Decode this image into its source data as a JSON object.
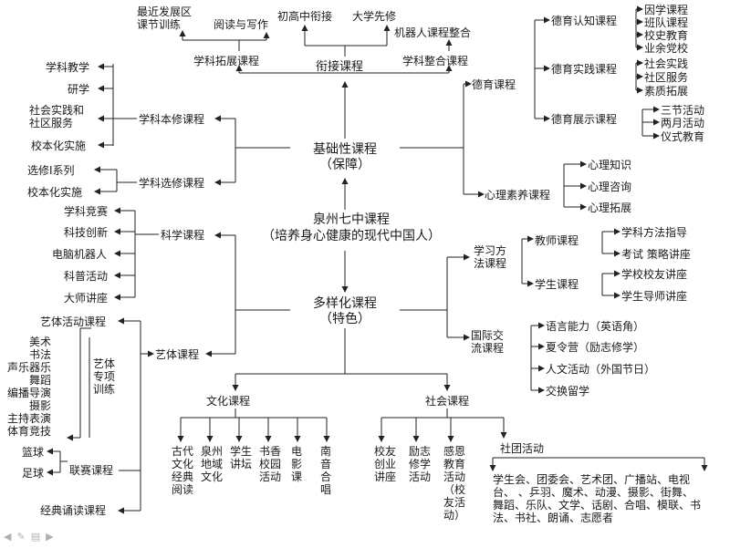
{
  "center": {
    "line1": "泉州七中课程",
    "line2": "（培养身心健康的现代中国人）"
  },
  "basic": {
    "line1": "基础性课程",
    "line2": "（保障）",
    "bridge": {
      "label": "衔接课程",
      "primary_high": "初高中衔接",
      "university": "大学先修",
      "extension": {
        "label": "学科拓展课程",
        "children": [
          "最近发展区\n课节训练",
          "阅读与写作"
        ]
      },
      "integration": {
        "label": "学科整合课程",
        "children": [
          "机器人课程整合"
        ]
      }
    },
    "moral": {
      "label": "德育课程",
      "groups": [
        {
          "label": "德育认知课程",
          "children": [
            "因学课程",
            "班队课程",
            "校史教育",
            "业余党校"
          ]
        },
        {
          "label": "德育实践课程",
          "children": [
            "社会实践",
            "社区服务",
            "素质拓展"
          ]
        },
        {
          "label": "德育展示课程",
          "children": [
            "三节活动",
            "两月活动",
            "仪式教育"
          ]
        }
      ]
    },
    "psych": {
      "label": "心理素养课程",
      "children": [
        "心理知识",
        "心理咨询",
        "心理拓展"
      ]
    },
    "compulsory": {
      "label": "学科本修课程",
      "children": [
        "学科教学",
        "研学",
        "社会实践和\n社区服务",
        "校本化实施"
      ]
    },
    "elective": {
      "label": "学科选修课程",
      "children": [
        "选修Ⅰ系列",
        "校本化实施"
      ]
    }
  },
  "diverse": {
    "line1": "多样化课程",
    "line2": "（特色）",
    "science": {
      "label": "科学课程",
      "children": [
        "学科竞赛",
        "科技创新",
        "电脑机器人",
        "科普活动",
        "大师讲座"
      ]
    },
    "art": {
      "label": "艺体课程",
      "activity": "艺体活动课程",
      "special": "艺体\n专项\n训练",
      "items": [
        "美术",
        "书法",
        "声乐器乐",
        "舞蹈",
        "编播导演",
        "摄影",
        "主持表演",
        "体育竞技"
      ],
      "league": {
        "label": "联赛课程",
        "children": [
          "篮球",
          "足球"
        ]
      },
      "reading": "经典诵读课程"
    },
    "method": {
      "label": "学习方\n法课程",
      "teacher": {
        "label": "教师课程",
        "children": [
          "学科方法指导",
          "考试 策略讲座"
        ]
      },
      "student": {
        "label": "学生课程",
        "children": [
          "学校校友讲座",
          "学生导师讲座"
        ]
      }
    },
    "intl": {
      "label": "国际交\n流课程",
      "children": [
        "语言能力（英语角）",
        "夏令营（励志修学）",
        "人文活动（外国节日）",
        "交换留学"
      ]
    },
    "culture": {
      "label": "文化课程",
      "children": [
        "古代文化经典阅读",
        "泉州地域文化",
        "学生讲坛",
        "书香校园活动",
        "电影课",
        "南音合唱"
      ]
    },
    "society": {
      "label": "社会课程",
      "children": [
        "校友创业讲座",
        "励志修学活动",
        "感恩教育活动（校友活动）"
      ],
      "clubs": {
        "label": "社团活动",
        "text": "学生会、团委会、艺术团、广播站、电视台、   、乒羽、魔术、动漫、摄影、街舞、舞蹈、乐队、文学、话剧、合唱、模联、书法、书社、朗诵、志愿者"
      }
    }
  }
}
